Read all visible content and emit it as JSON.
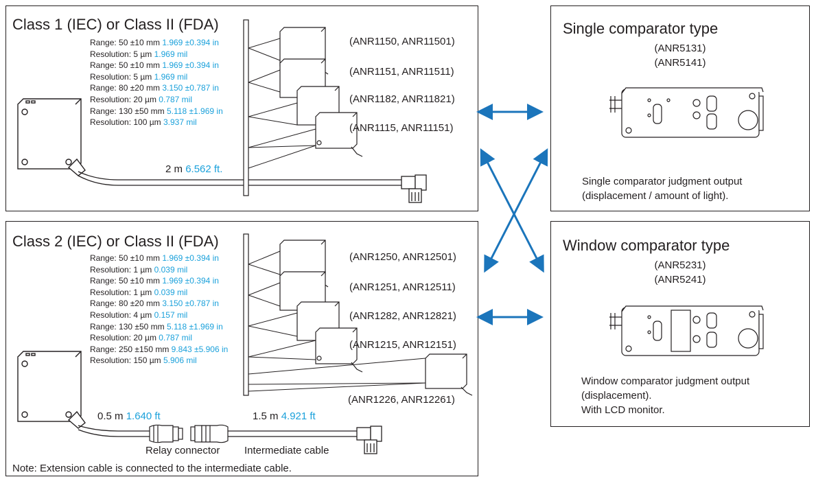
{
  "class1": {
    "title": "Class 1 (IEC) or Class II (FDA)",
    "specs": [
      {
        "label": "Range: 50 ±10 mm ",
        "imperial": "1.969 ±0.394 in"
      },
      {
        "label": "Resolution: 5 µm ",
        "imperial": "1.969 mil"
      },
      {
        "label": "Range: 50 ±10 mm ",
        "imperial": "1.969 ±0.394 in"
      },
      {
        "label": "Resolution: 5 µm ",
        "imperial": "1.969 mil"
      },
      {
        "label": "Range: 80 ±20 mm ",
        "imperial": "3.150 ±0.787 in"
      },
      {
        "label": "Resolution: 20 µm ",
        "imperial": "0.787 mil"
      },
      {
        "label": "Range: 130 ±50 mm ",
        "imperial": "5.118 ±1.969 in"
      },
      {
        "label": "Resolution: 100 µm ",
        "imperial": "3.937 mil"
      }
    ],
    "models": [
      "(ANR1150, ANR11501)",
      "(ANR1151, ANR11511)",
      "(ANR1182, ANR11821)",
      "(ANR1115, ANR11151)"
    ],
    "cable": {
      "metric": "2 m ",
      "imperial": "6.562 ft."
    }
  },
  "class2": {
    "title": "Class 2 (IEC) or Class II (FDA)",
    "specs": [
      {
        "label": "Range: 50 ±10 mm ",
        "imperial": "1.969 ±0.394 in"
      },
      {
        "label": "Resolution: 1 µm ",
        "imperial": "0.039 mil"
      },
      {
        "label": "Range: 50 ±10 mm ",
        "imperial": "1.969 ±0.394 in"
      },
      {
        "label": "Resolution: 1 µm ",
        "imperial": "0.039 mil"
      },
      {
        "label": "Range: 80 ±20 mm ",
        "imperial": "3.150 ±0.787 in"
      },
      {
        "label": "Resolution: 4 µm ",
        "imperial": "0.157 mil"
      },
      {
        "label": "Range: 130 ±50 mm ",
        "imperial": "5.118 ±1.969 in"
      },
      {
        "label": "Resolution: 20 µm ",
        "imperial": "0.787 mil"
      },
      {
        "label": "Range: 250 ±150 mm ",
        "imperial": "9.843 ±5.906 in"
      },
      {
        "label": "Resolution: 150 µm ",
        "imperial": "5.906 mil"
      }
    ],
    "models": [
      "(ANR1250, ANR12501)",
      "(ANR1251, ANR12511)",
      "(ANR1282, ANR12821)",
      "(ANR1215, ANR12151)",
      "(ANR1226, ANR12261)"
    ],
    "cable1": {
      "metric": "0.5 m ",
      "imperial": "1.640 ft"
    },
    "cable2": {
      "metric": "1.5 m ",
      "imperial": "4.921 ft"
    },
    "relay_label": "Relay connector",
    "intermediate_label": "Intermediate cable",
    "note": "Note: Extension cable is connected to the intermediate cable."
  },
  "single": {
    "title": "Single comparator type",
    "models": [
      "(ANR5131)",
      "(ANR5141)"
    ],
    "desc": [
      "Single comparator judgment output",
      "(displacement / amount of light)."
    ]
  },
  "window": {
    "title": "Window comparator type",
    "models": [
      "(ANR5231)",
      "(ANR5241)"
    ],
    "desc": [
      "Window comparator judgment output",
      "(displacement).",
      "With LCD monitor."
    ]
  },
  "colors": {
    "accent": "#1ba1db",
    "arrow": "#1b75bb",
    "line": "#231f20"
  }
}
